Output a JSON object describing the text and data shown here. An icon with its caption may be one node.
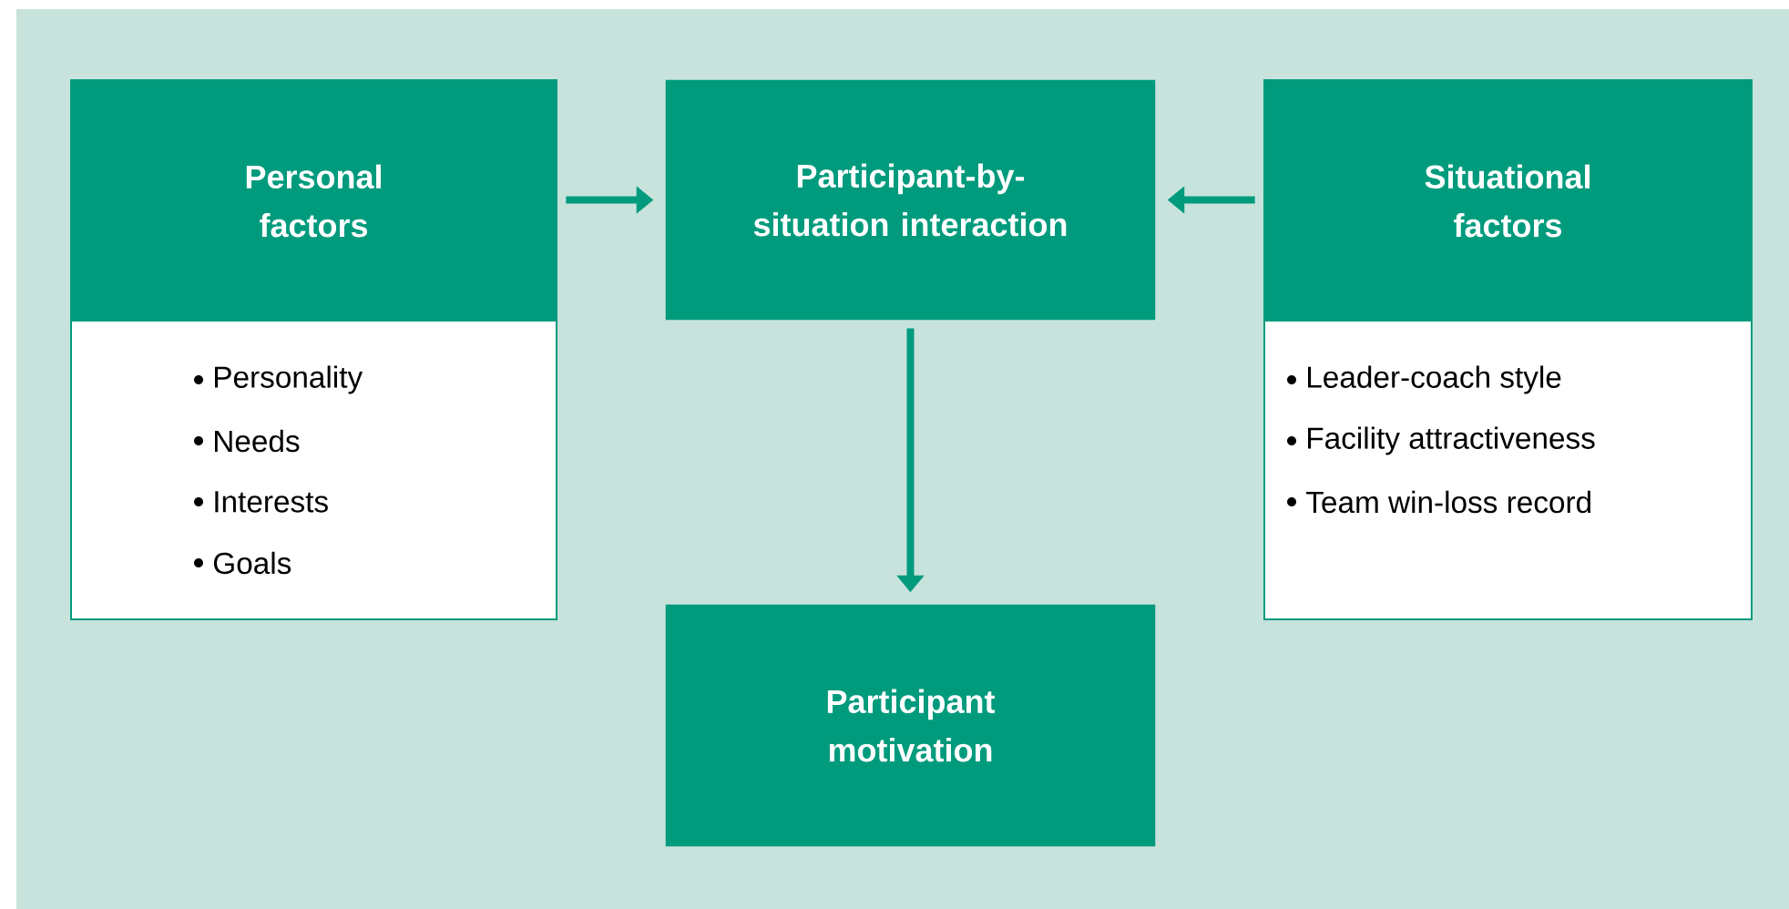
{
  "diagram": {
    "nodes": [
      {
        "text": [
          "Personal factors",
          "Personality",
          "Needs",
          "Interests",
          "Goals"
        ]
      },
      {
        "text": [
          "Participant-by-situation interaction"
        ]
      },
      {
        "text": [
          "Situational factors",
          "Leader-coach style",
          "Facility attractiveness",
          "Team win-loss record"
        ]
      },
      {
        "text": [
          "Participant motivation"
        ]
      }
    ],
    "edges": [
      {
        "from": 0,
        "to": 1,
        "arrow": "to"
      },
      {
        "from": 2,
        "to": 1,
        "arrow": "to"
      },
      {
        "from": 1,
        "to": 3,
        "arrow": "to"
      }
    ]
  }
}
